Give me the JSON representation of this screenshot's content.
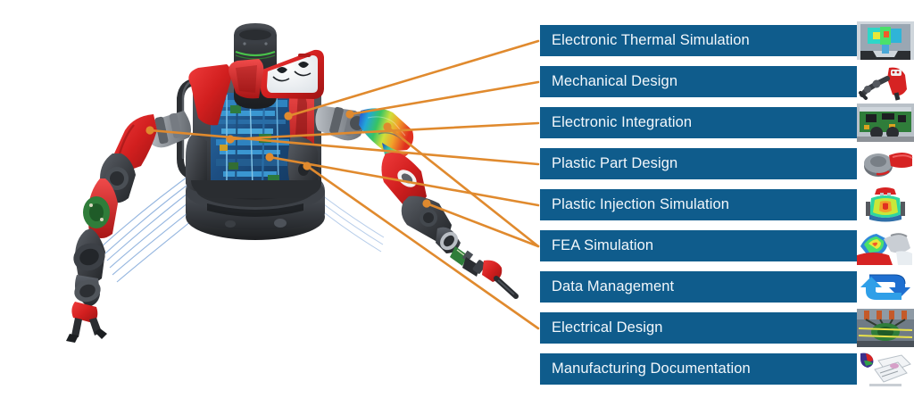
{
  "page": {
    "title": "Robot Engineering Disciplines Diagram",
    "background_color": "#ffffff",
    "accent_color": "#e08a2e",
    "banner_color": "#0f5c8c",
    "banner_text_color": "#f2f7fb"
  },
  "illustration": {
    "name": "two-armed-service-robot",
    "description": "Red and dark grey two-armed humanoid robot with display head, exposed torso electronics and FEA colour-mapped right forearm",
    "colors": {
      "body_red": "#d62323",
      "body_dark": "#3a3d42",
      "body_grey": "#8d9298",
      "pcb_green": "#2f7d3a",
      "sketch_blue": "#6f9ad6",
      "screen_white": "#f4f6f8"
    }
  },
  "banners": [
    {
      "id": "electronic-thermal-simulation",
      "label": "Electronic Thermal Simulation",
      "thumb": "thermal-sim-thumbnail"
    },
    {
      "id": "mechanical-design",
      "label": "Mechanical Design",
      "thumb": "robot-arm-thumbnail"
    },
    {
      "id": "electronic-integration",
      "label": "Electronic Integration",
      "thumb": "circuit-board-thumbnail"
    },
    {
      "id": "plastic-part-design",
      "label": "Plastic Part Design",
      "thumb": "plastic-part-thumbnail"
    },
    {
      "id": "plastic-injection-simulation",
      "label": "Plastic Injection Simulation",
      "thumb": "injection-mold-thumbnail"
    },
    {
      "id": "fea-simulation",
      "label": "FEA Simulation",
      "thumb": "fea-stress-thumbnail"
    },
    {
      "id": "data-management",
      "label": "Data Management",
      "thumb": "sync-arrows-thumbnail"
    },
    {
      "id": "electrical-design",
      "label": "Electrical Design",
      "thumb": "wiring-harness-thumbnail"
    },
    {
      "id": "manufacturing-documentation",
      "label": "Manufacturing Documentation",
      "thumb": "documentation-thumbnail"
    }
  ],
  "leader_lines": [
    {
      "from_banner": "electronic-thermal-simulation",
      "anchor": "torso-electronics-upper"
    },
    {
      "from_banner": "mechanical-design",
      "anchor": "right-shoulder-joint"
    },
    {
      "from_banner": "electronic-integration",
      "anchor": "torso-electronics-mid"
    },
    {
      "from_banner": "plastic-part-design",
      "anchor": "left-shoulder-cover"
    },
    {
      "from_banner": "plastic-injection-simulation",
      "anchor": "torso-shell-panel"
    },
    {
      "from_banner": "fea-simulation",
      "anchor": "right-forearm-stress-map"
    },
    {
      "from_banner": "electrical-design",
      "anchor": "torso-wiring-lower"
    },
    {
      "from_banner": "electrical-design-secondary",
      "anchor": "right-arm-elbow"
    }
  ]
}
